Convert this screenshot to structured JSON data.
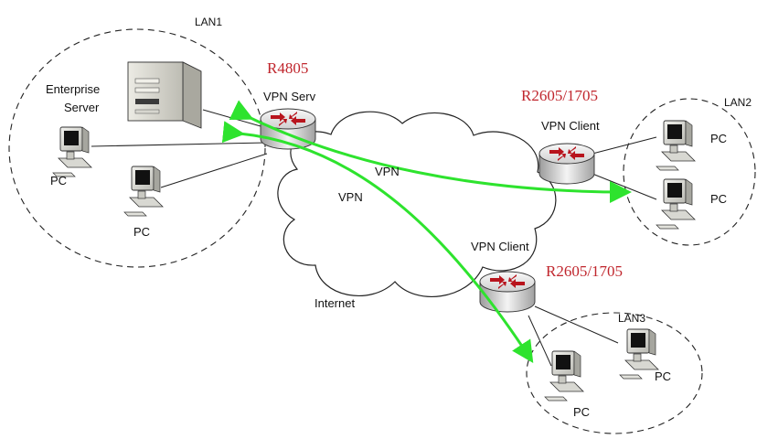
{
  "colors": {
    "router_label": "#c0262d",
    "vpn_tunnel": "#2ee32e",
    "cloud": "#ffffff"
  },
  "icons": [
    "server-icon",
    "pc-icon",
    "router-icon",
    "cloud-icon"
  ],
  "lans": {
    "lan1": {
      "label": "LAN1"
    },
    "lan2": {
      "label": "LAN2"
    },
    "lan3": {
      "label": "LAN3"
    }
  },
  "server": {
    "label_line1": "Enterprise",
    "label_line2": "Server"
  },
  "pc_label": "PC",
  "internet_label": "Internet",
  "tunnel_label": "VPN",
  "routers": {
    "hub": {
      "name": "R4805",
      "role": "VPN Serv"
    },
    "client_a": {
      "name": "R2605/1705",
      "role": "VPN Client"
    },
    "client_b": {
      "name": "R2605/1705",
      "role": "VPN Client"
    }
  }
}
